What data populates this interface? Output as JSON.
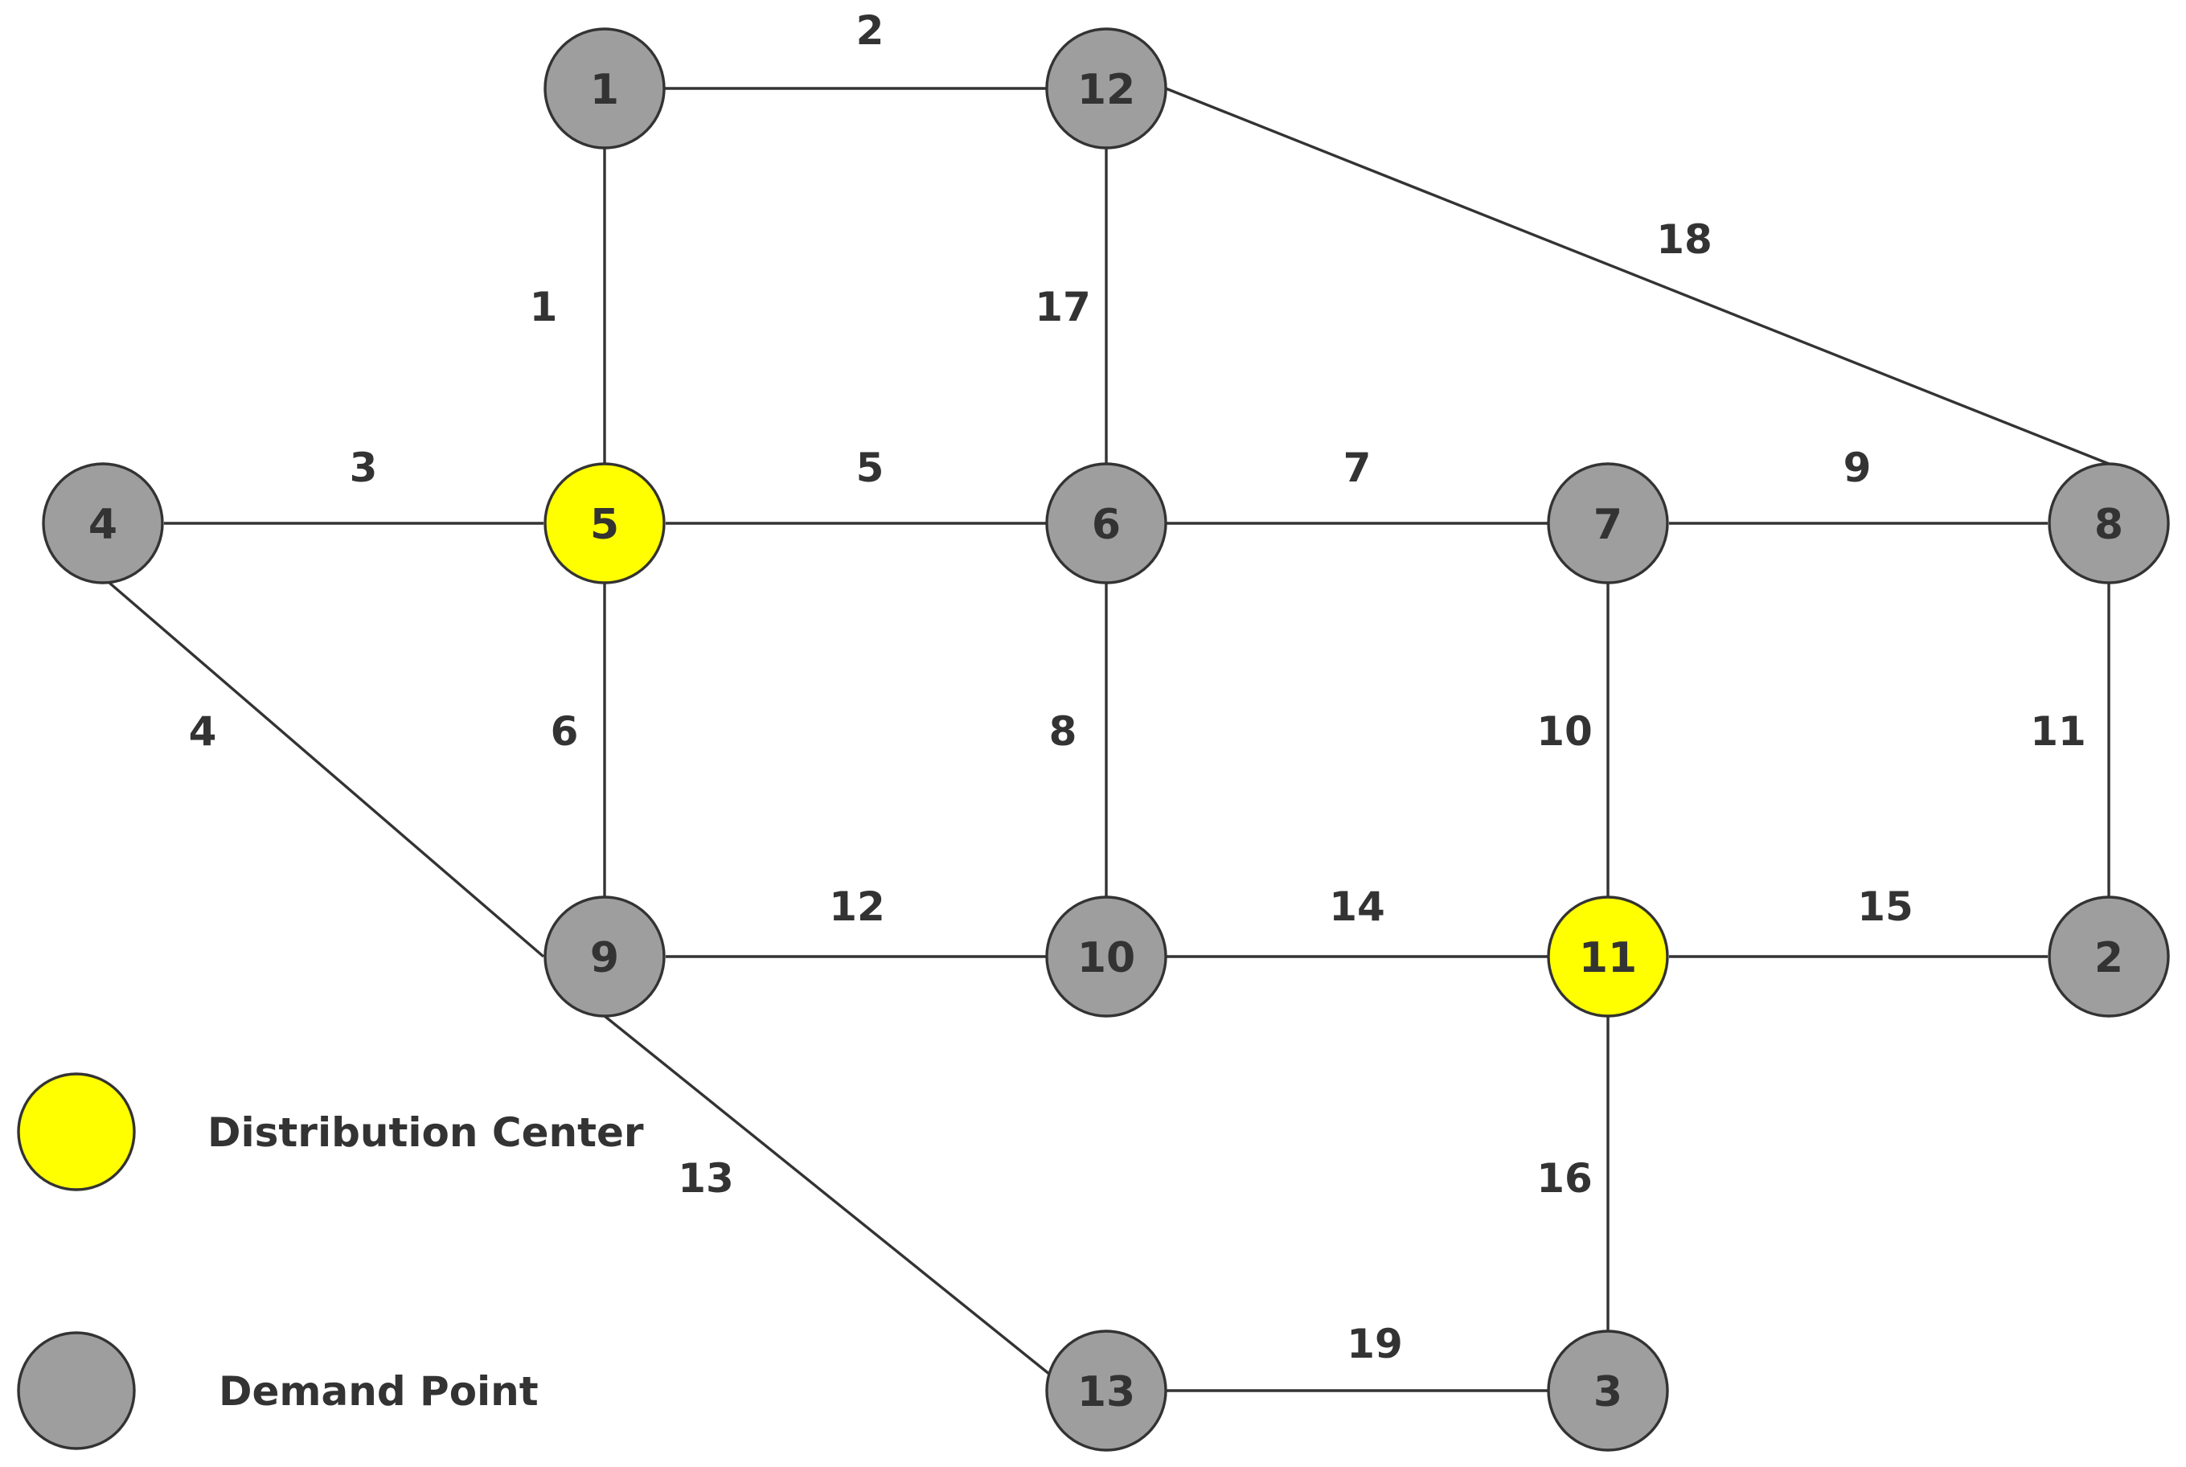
{
  "colors": {
    "distribution_center": "#ffff00",
    "demand_point": "#9e9e9e",
    "stroke": "#333333"
  },
  "nodes": [
    {
      "id": "1",
      "type": "demand_point"
    },
    {
      "id": "12",
      "type": "demand_point"
    },
    {
      "id": "4",
      "type": "demand_point"
    },
    {
      "id": "5",
      "type": "distribution_center"
    },
    {
      "id": "6",
      "type": "demand_point"
    },
    {
      "id": "7",
      "type": "demand_point"
    },
    {
      "id": "8",
      "type": "demand_point"
    },
    {
      "id": "9",
      "type": "demand_point"
    },
    {
      "id": "10",
      "type": "demand_point"
    },
    {
      "id": "11",
      "type": "distribution_center"
    },
    {
      "id": "2",
      "type": "demand_point"
    },
    {
      "id": "13",
      "type": "demand_point"
    },
    {
      "id": "3",
      "type": "demand_point"
    }
  ],
  "edges": [
    {
      "label": "1",
      "from": "1",
      "to": "5"
    },
    {
      "label": "2",
      "from": "1",
      "to": "12"
    },
    {
      "label": "3",
      "from": "4",
      "to": "5"
    },
    {
      "label": "4",
      "from": "4",
      "to": "9"
    },
    {
      "label": "5",
      "from": "5",
      "to": "6"
    },
    {
      "label": "6",
      "from": "5",
      "to": "9"
    },
    {
      "label": "7",
      "from": "6",
      "to": "7"
    },
    {
      "label": "8",
      "from": "6",
      "to": "10"
    },
    {
      "label": "9",
      "from": "7",
      "to": "8"
    },
    {
      "label": "10",
      "from": "7",
      "to": "11"
    },
    {
      "label": "11",
      "from": "8",
      "to": "2"
    },
    {
      "label": "12",
      "from": "9",
      "to": "10"
    },
    {
      "label": "13",
      "from": "9",
      "to": "13"
    },
    {
      "label": "14",
      "from": "10",
      "to": "11"
    },
    {
      "label": "15",
      "from": "11",
      "to": "2"
    },
    {
      "label": "16",
      "from": "11",
      "to": "3"
    },
    {
      "label": "17",
      "from": "12",
      "to": "6"
    },
    {
      "label": "18",
      "from": "12",
      "to": "8"
    },
    {
      "label": "19",
      "from": "13",
      "to": "3"
    }
  ],
  "legend": [
    {
      "type": "distribution_center",
      "label": "Distribution Center"
    },
    {
      "type": "demand_point",
      "label": "Demand Point"
    }
  ]
}
